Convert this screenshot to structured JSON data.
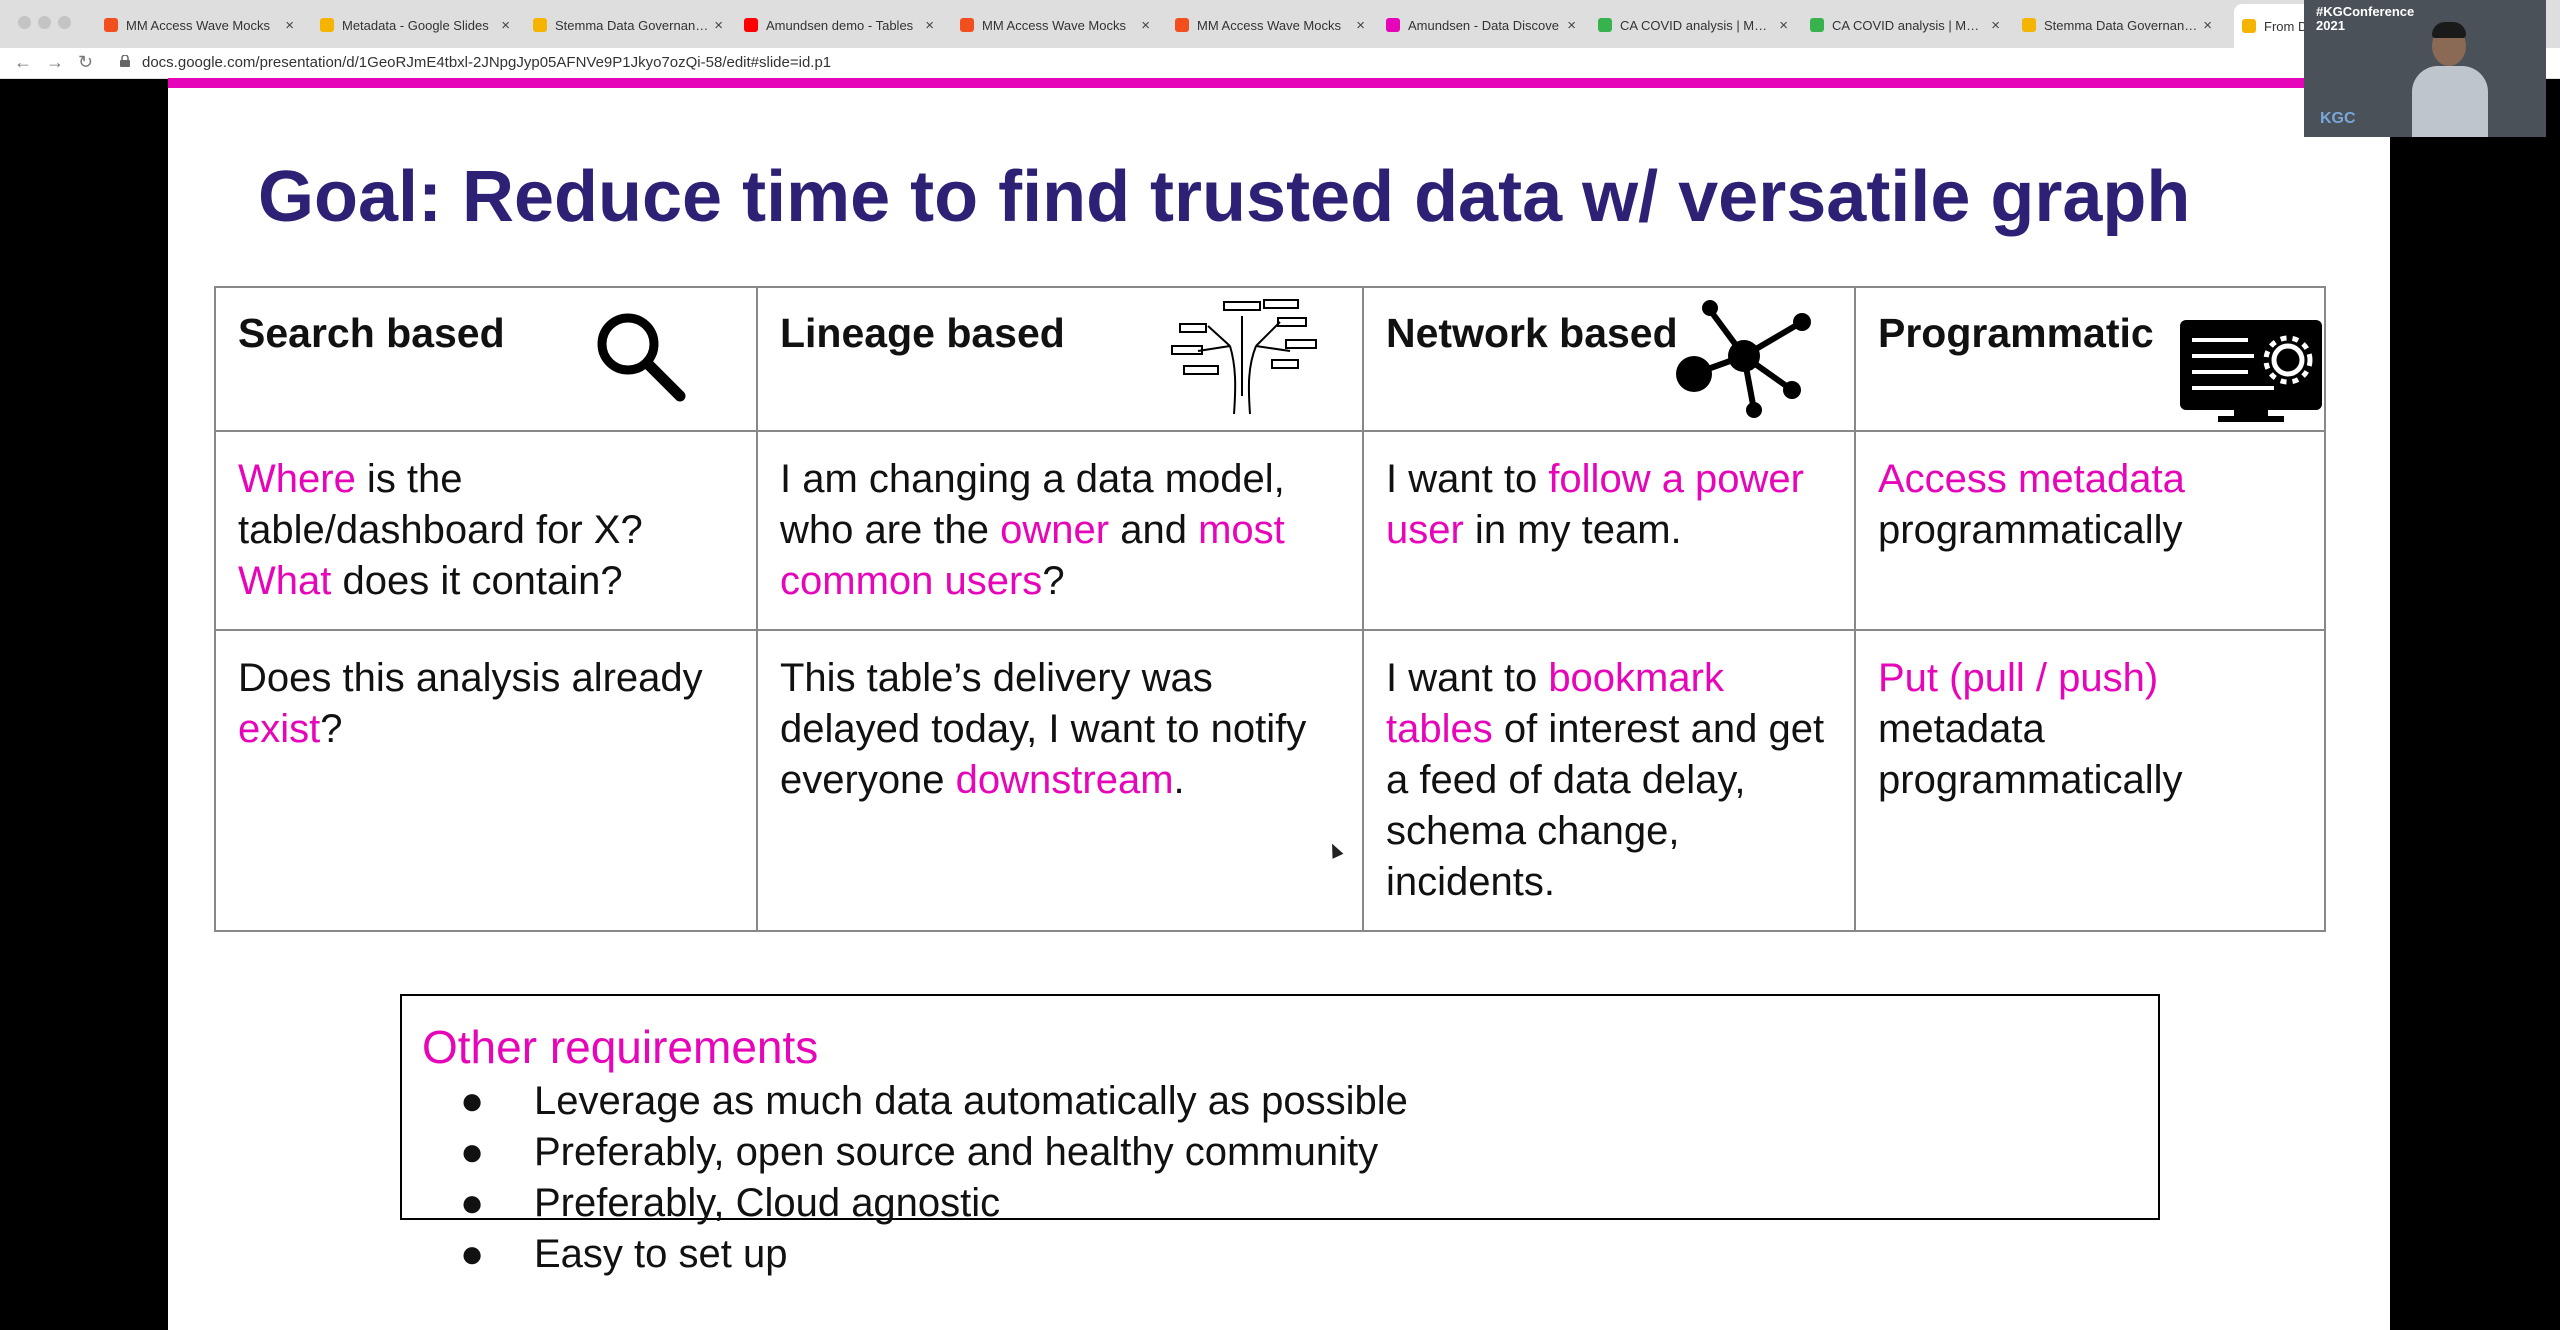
{
  "browser": {
    "tabs": [
      {
        "title": "MM Access Wave Mocks",
        "icon": "figma-icon",
        "color": "#f24e1e"
      },
      {
        "title": "Metadata - Google Slides",
        "icon": "slides-icon",
        "color": "#f4b400"
      },
      {
        "title": "Stemma Data Governance",
        "icon": "slides-icon",
        "color": "#f4b400"
      },
      {
        "title": "Amundsen demo - Tables",
        "icon": "youtube-icon",
        "color": "#ff0000"
      },
      {
        "title": "MM Access Wave Mocks",
        "icon": "figma-icon",
        "color": "#f24e1e"
      },
      {
        "title": "MM Access Wave Mocks",
        "icon": "figma-icon",
        "color": "#f24e1e"
      },
      {
        "title": "Amundsen - Data Discove",
        "icon": "amundsen-icon",
        "color": "#e605b8"
      },
      {
        "title": "CA COVID analysis | Mode",
        "icon": "mode-icon",
        "color": "#37b24d"
      },
      {
        "title": "CA COVID analysis | Mode",
        "icon": "mode-icon",
        "color": "#37b24d"
      },
      {
        "title": "Stemma Data Governance",
        "icon": "slides-icon",
        "color": "#f4b400"
      },
      {
        "title": "From Di",
        "icon": "slides-icon",
        "color": "#f4b400"
      }
    ],
    "close_glyph": "×",
    "url": "docs.google.com/presentation/d/1GeoRJmE4tbxl-2JNpgJyp05AFNVe9P1Jkyo7ozQi-58/edit#slide=id.p1"
  },
  "webcam": {
    "tag_line1": "#KGConference",
    "tag_line2": "2021",
    "logo": "KGC"
  },
  "slide": {
    "accent_color": "#e605b8",
    "title_color": "#2d2176",
    "title": "Goal: Reduce time to find trusted data w/ versatile graph",
    "columns": [
      {
        "header": "Search based",
        "icon": "magnifier-icon",
        "row1": [
          {
            "t": "Where",
            "h": true
          },
          {
            "t": " is the table/dashboard for X? ",
            "h": false
          },
          {
            "t": "What",
            "h": true
          },
          {
            "t": " does it contain?",
            "h": false
          }
        ],
        "row2": [
          {
            "t": "Does this analysis already ",
            "h": false
          },
          {
            "t": "exist",
            "h": true
          },
          {
            "t": "?",
            "h": false
          }
        ]
      },
      {
        "header": "Lineage based",
        "icon": "tree-icon",
        "row1": [
          {
            "t": "I am changing a data model, who are the ",
            "h": false
          },
          {
            "t": "owner",
            "h": true
          },
          {
            "t": " and ",
            "h": false
          },
          {
            "t": "most common users",
            "h": true
          },
          {
            "t": "?",
            "h": false
          }
        ],
        "row2": [
          {
            "t": "This table’s delivery was delayed today, I want to notify everyone ",
            "h": false
          },
          {
            "t": "downstream",
            "h": true
          },
          {
            "t": ".",
            "h": false
          }
        ]
      },
      {
        "header": "Network based",
        "icon": "network-graph-icon",
        "row1": [
          {
            "t": "I want to ",
            "h": false
          },
          {
            "t": "follow a power user",
            "h": true
          },
          {
            "t": " in my team.",
            "h": false
          }
        ],
        "row2": [
          {
            "t": "I want to ",
            "h": false
          },
          {
            "t": "bookmark tables",
            "h": true
          },
          {
            "t": " of interest and get a feed of data delay, schema change, incidents.",
            "h": false
          }
        ]
      },
      {
        "header": "Programmatic",
        "icon": "monitor-gear-icon",
        "row1": [
          {
            "t": "Access metadata",
            "h": true
          },
          {
            "t": " programmatically",
            "h": false
          }
        ],
        "row2": [
          {
            "t": "Put (pull / push)",
            "h": true
          },
          {
            "t": " metadata programmatically",
            "h": false
          }
        ]
      }
    ],
    "requirements": {
      "title": "Other requirements",
      "bullet": "●",
      "items": [
        "Leverage as much data automatically as possible",
        "Preferably, open source and healthy community",
        "Preferably, Cloud agnostic",
        "Easy to set up"
      ]
    }
  }
}
